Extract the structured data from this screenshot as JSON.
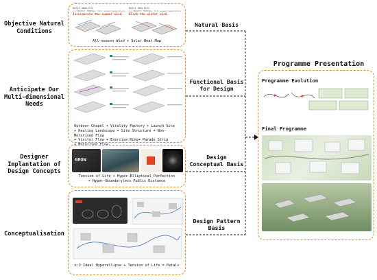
{
  "left_labels": [
    "Objective Natural Conditions",
    "Anticipate Our Multi-dimensional Needs",
    "Designer Implantation of Design Concepts",
    "Conceptualisation"
  ],
  "basis_labels": {
    "natural": "Natural Basis",
    "functional": "Functional Basis for Design",
    "conceptual": "Design Conceptual Basis",
    "pattern": "Design Pattern Basis"
  },
  "panel1": {
    "card_left": {
      "heading": "BASIC ANALYSIS",
      "sub": "1.1 PROJECT TERMINAL: Hill season temperature",
      "title": "Incorporate the summer wind."
    },
    "card_right": {
      "heading": "BASIC ANALYSIS",
      "sub": "1.1 PROJECT TERMINAL: Hill season temperature",
      "title": "Block the winter wind."
    },
    "caption": "All-season Wind + Solar Heat Map"
  },
  "panel2": {
    "caption_lines": [
      "Outdoor Chapel + Vitality Factory + Launch Site",
      "+ Healing Landscape + Site Structure + Non-Motorised Flow",
      "+ Visitor Flow + Exercise Ring+ Parade Strip",
      "+ Motorised Flow"
    ]
  },
  "panel3": {
    "title_text": "GROW",
    "caption_lines": [
      "Tension of Life + Hyper-Elliptical Perfection",
      "+ Hyper-Boundaryless Public Distance"
    ]
  },
  "panel4": {
    "caption": "n:3 Ideal Hyperellipse + Tension of Life = Petals"
  },
  "presentation": {
    "title": "Programme Presentation",
    "evolution": "Programme Evolution",
    "final": "Final Programme"
  },
  "colors": {
    "dash": "#e08a1e",
    "arrow": "#111111",
    "accent_red": "#e0431f"
  }
}
